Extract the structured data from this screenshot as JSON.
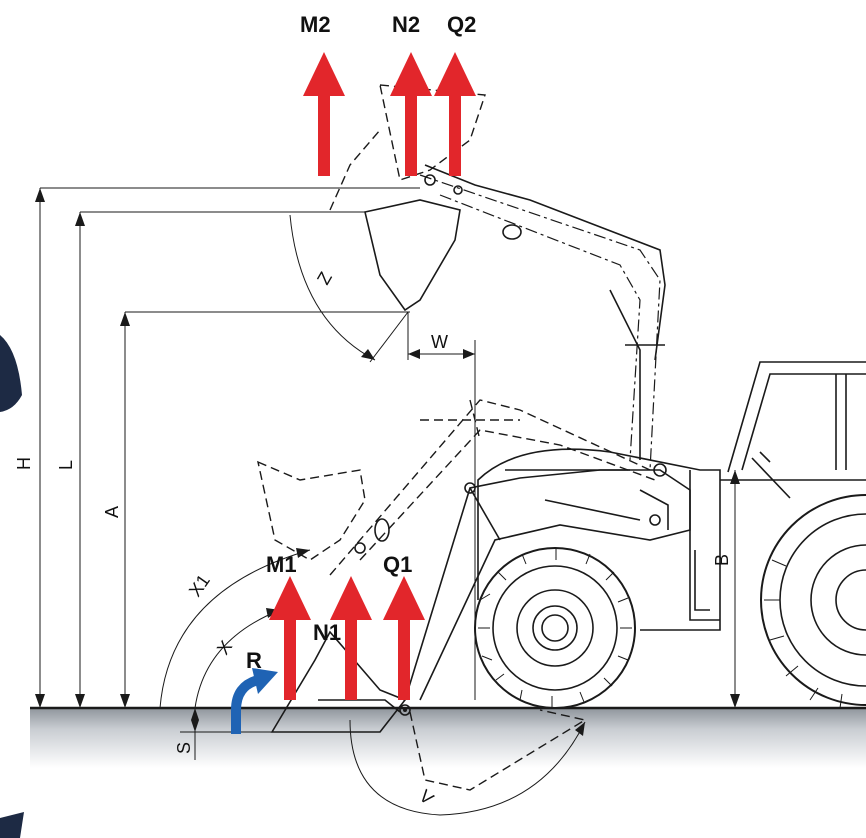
{
  "forces": {
    "m2": "M2",
    "n2": "N2",
    "q2": "Q2",
    "m1": "M1",
    "n1": "N1",
    "q1": "Q1",
    "r": "R"
  },
  "dimensions": {
    "h": "H",
    "l": "L",
    "a": "A",
    "b": "B",
    "w": "W",
    "z": "Z",
    "x": "X",
    "x1": "X1",
    "s": "S",
    "v": "V"
  },
  "colors": {
    "force_arrow": "#e2262b",
    "rotation_arrow": "#1f63b4",
    "line": "#1a1a1a",
    "ground": "#c9cdd2"
  }
}
